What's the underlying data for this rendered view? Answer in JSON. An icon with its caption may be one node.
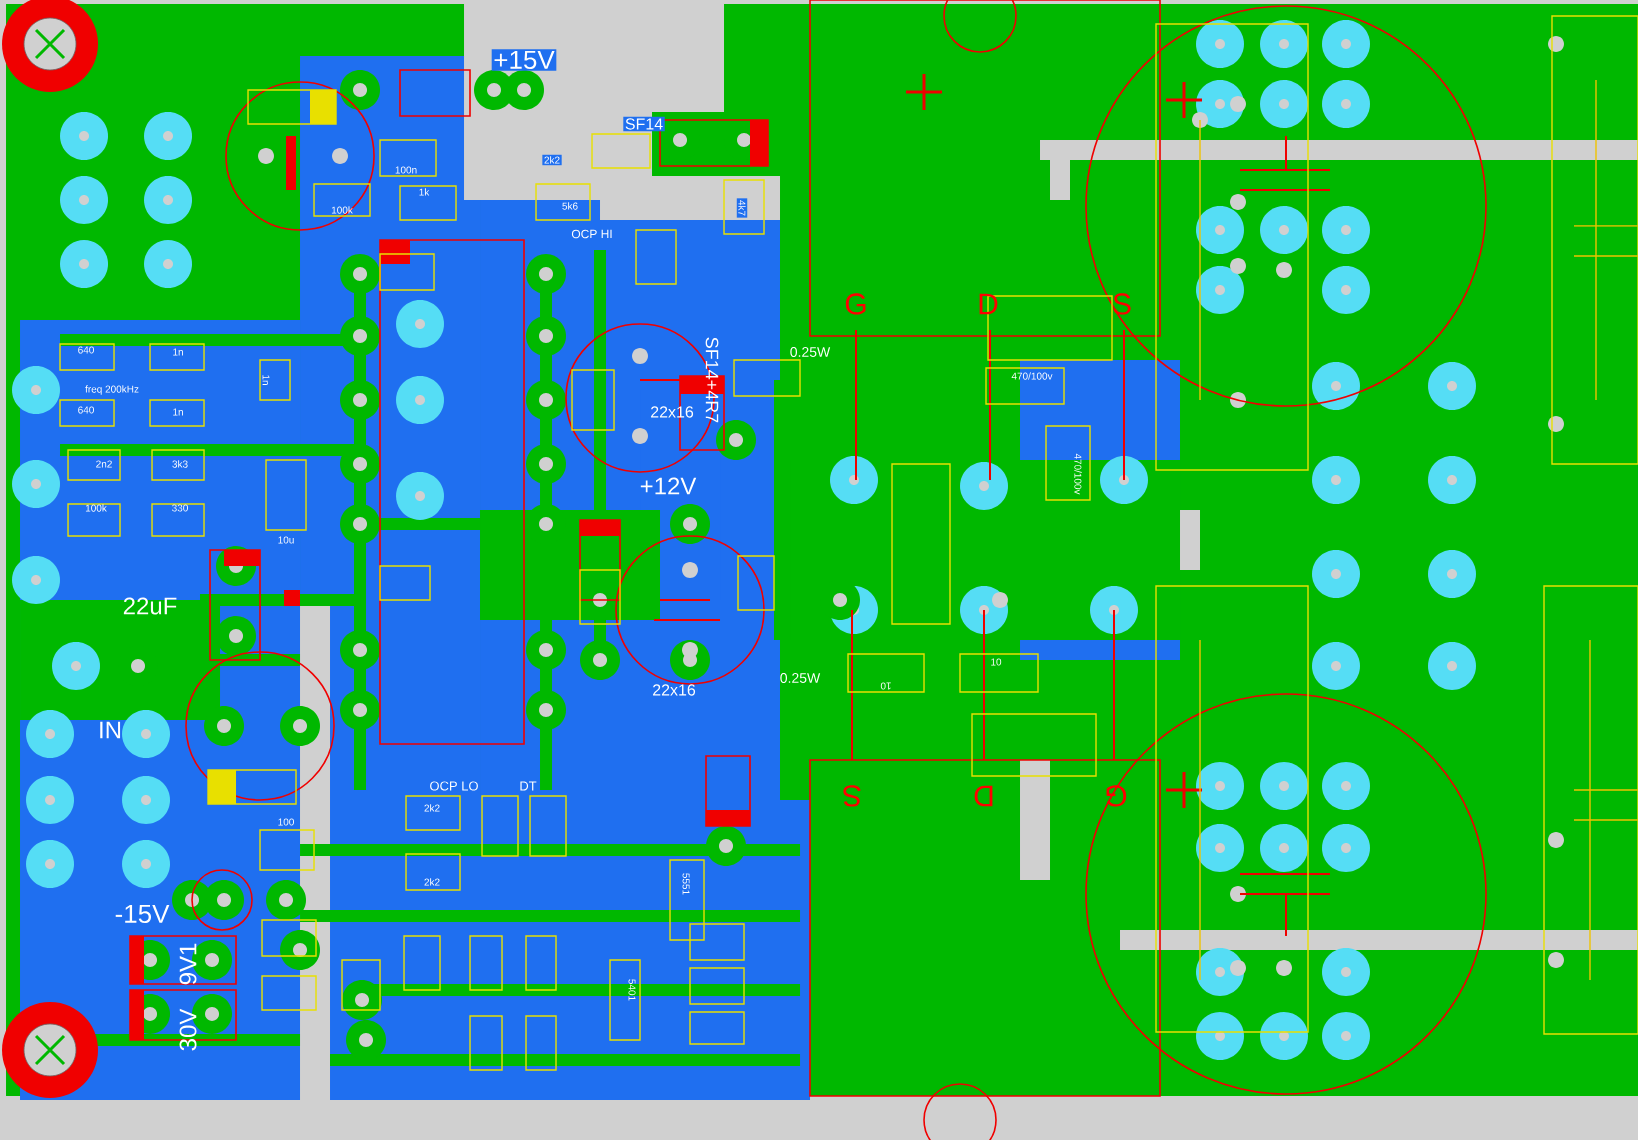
{
  "diagram": {
    "labels": [
      "+15V",
      "SF14",
      "OCP HI",
      "SF14+4R7",
      "22x16",
      "0.25W",
      "+12V",
      "22x16",
      "0.25W",
      "freq 200kHz",
      "22uF",
      "IN",
      "OCP LO",
      "DT",
      "-15V",
      "30V",
      "9V1",
      "G",
      "D",
      "S",
      "S",
      "D",
      "G",
      "470/100v",
      "470/100v",
      "10",
      "10",
      "640",
      "640",
      "1n",
      "1n",
      "2n2",
      "3k3",
      "100k",
      "330",
      "10u",
      "1n",
      "100k",
      "100n",
      "1k",
      "5k6",
      "2k2",
      "4k7",
      "2k2",
      "2k2",
      "5551",
      "5401",
      "100"
    ]
  }
}
